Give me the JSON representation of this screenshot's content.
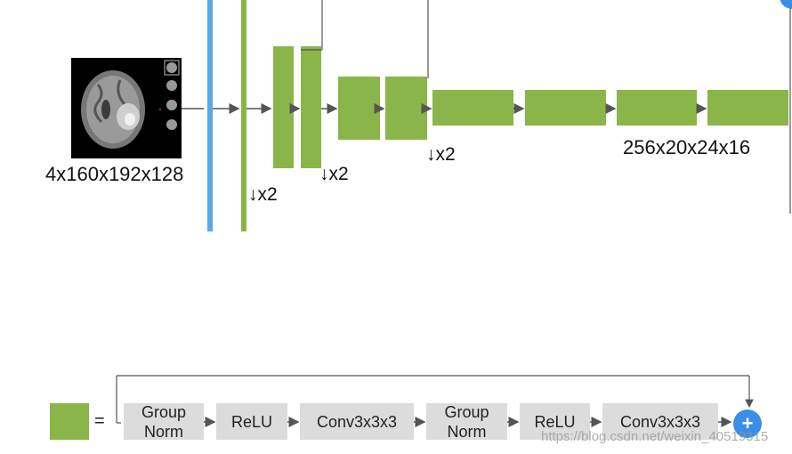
{
  "input_label": "4x160x192x128",
  "feature_label": "256x20x24x16",
  "downsample_labels": [
    "↓x2",
    "↓x2",
    "↓x2"
  ],
  "legend": {
    "equals": "=",
    "ops": [
      "Group\nNorm",
      "ReLU",
      "Conv3x3x3",
      "Group\nNorm",
      "ReLU",
      "Conv3x3x3"
    ],
    "add_symbol": "+"
  },
  "watermark": "https://blog.csdn.net/weixin_40519315",
  "colors": {
    "block_green": "#8ab548",
    "input_bar_blue": "#5aa7e8",
    "op_gray": "#dcdcdc",
    "add_blue": "#3a8ee6",
    "arrow": "#555555"
  }
}
